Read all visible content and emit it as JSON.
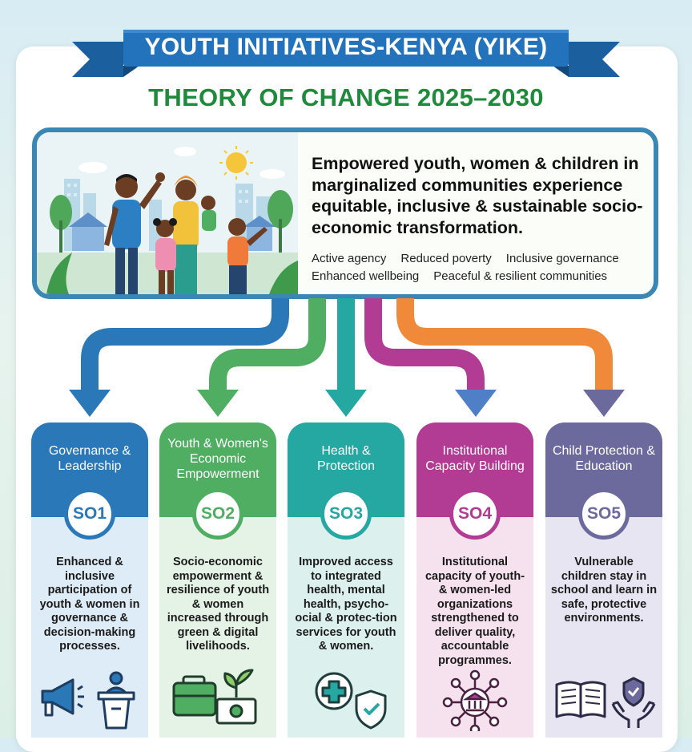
{
  "header": {
    "title": "YOUTH INITIATIVES-KENYA (YIKE)",
    "subtitle": "THEORY OF CHANGE 2025–2030"
  },
  "impact": {
    "statement": "Empowered youth, women & children in marginalized communities experience equitable, inclusive & sustainable socio-economic transformation.",
    "outcomes_row1": [
      "Active agency",
      "Reduced poverty",
      "Inclusive governance"
    ],
    "outcomes_row2": [
      "Enhanced wellbeing",
      "Peaceful & resilient communities"
    ],
    "illustration_icon": "family-community-illustration"
  },
  "pillars": [
    {
      "title": "Governance & Leadership",
      "code": "SO1",
      "description": "Enhanced & inclusive participation of youth & women in governance & decision-making processes.",
      "icons": [
        "megaphone-icon",
        "podium-speaker-icon"
      ],
      "color": "#2a78b8",
      "tint": "#deecf7"
    },
    {
      "title": "Youth & Women's Economic Empowerment",
      "code": "SO2",
      "description": "Socio-economic empowerment & resilience of youth & women increased through green & digital livelihoods.",
      "icons": [
        "briefcase-icon",
        "money-plant-icon"
      ],
      "color": "#4fae62",
      "tint": "#e5f3e6"
    },
    {
      "title": "Health & Protection",
      "code": "SO3",
      "description": "Improved access to integrated health, mental health, psycho-ocial & protec-tion services for youth & women.",
      "icons": [
        "health-cross-icon",
        "shield-check-icon"
      ],
      "color": "#25a7a2",
      "tint": "#dcf1ee"
    },
    {
      "title": "Institutional Capacity Building",
      "code": "SO4",
      "description": "Institutional capacity of youth-& women-led organizations strengthened to deliver quality, accountable programmes.",
      "icons": [
        "institution-network-icon"
      ],
      "color": "#b23b93",
      "tint": "#f5e2ee"
    },
    {
      "title": "Child Protection & Education",
      "code": "SO5",
      "description": "Vulnerable children stay in school and learn in safe, protective environments.",
      "icons": [
        "open-book-icon",
        "hands-heart-icon"
      ],
      "color": "#6c6a9c",
      "tint": "#e6e5f1"
    }
  ],
  "colors": {
    "banner": "#1f6fb5",
    "subtitle": "#1f8a3c",
    "impact_border": "#3a86b4"
  }
}
